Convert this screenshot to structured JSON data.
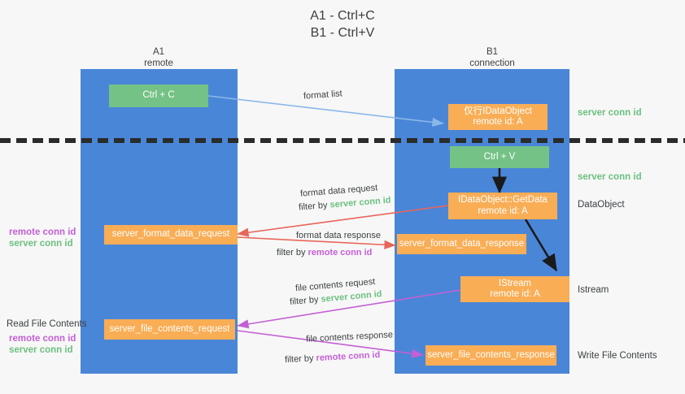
{
  "title": {
    "line1": "A1 - Ctrl+C",
    "line2": "B1 - Ctrl+V"
  },
  "columns": [
    {
      "name": "A1",
      "sub": "remote"
    },
    {
      "name": "B1",
      "sub": "connection"
    }
  ],
  "nodes": {
    "ctrl_c": {
      "line1": "Ctrl + C",
      "line2": ""
    },
    "idataobject": {
      "line1": "仅行IDataObject",
      "line2": "remote id: A"
    },
    "ctrl_v": {
      "line1": "Ctrl + V",
      "line2": ""
    },
    "getdata": {
      "line1": "IDataObject::GetData",
      "line2": "remote id: A"
    },
    "format_data_request": {
      "line1": "server_format_data_request",
      "line2": ""
    },
    "format_data_response": {
      "line1": "server_format_data_response",
      "line2": ""
    },
    "istream": {
      "line1": "IStream",
      "line2": "remote id: A"
    },
    "file_contents_request": {
      "line1": "server_file_contents_request",
      "line2": ""
    },
    "file_contents_response": {
      "line1": "server_file_contents_response",
      "line2": ""
    }
  },
  "edge_labels": {
    "format_list": "format list",
    "fdr_line1": "format data request",
    "fdr_filter_pre": "filter by ",
    "fdr_filter_key": "server conn id",
    "fdresp_line1": "format data response",
    "fdresp_filter_pre": "filter by ",
    "fdresp_filter_key": "remote conn id",
    "fcr_line1": "file contents request",
    "fcr_filter_pre": "filter by ",
    "fcr_filter_key": "server conn id",
    "fcresp_line1": "file contents response",
    "fcresp_filter_pre": "filter by ",
    "fcresp_filter_key": "remote conn id"
  },
  "annotations": {
    "right_server_conn_top": "server conn id",
    "right_server_conn_second": "server conn id",
    "right_dataobject": "DataObject",
    "right_istream": "Istream",
    "right_write_file": "Write File Contents",
    "left_remote_conn_1": "remote conn id",
    "left_server_conn_1": "server conn id",
    "left_read_file": "Read File Contents",
    "left_remote_conn_2": "remote conn id",
    "left_server_conn_2": "server conn id"
  },
  "colors": {
    "lane_blue": "#4a86d8",
    "node_green": "#74c285",
    "node_orange": "#f9ad55",
    "accent_green": "#6cc07f",
    "accent_purple": "#c45fd6",
    "arrow_blue": "#8ab8e8",
    "arrow_red": "#e8655a",
    "arrow_black": "#1a1a1a",
    "background": "#f7f7f7"
  }
}
